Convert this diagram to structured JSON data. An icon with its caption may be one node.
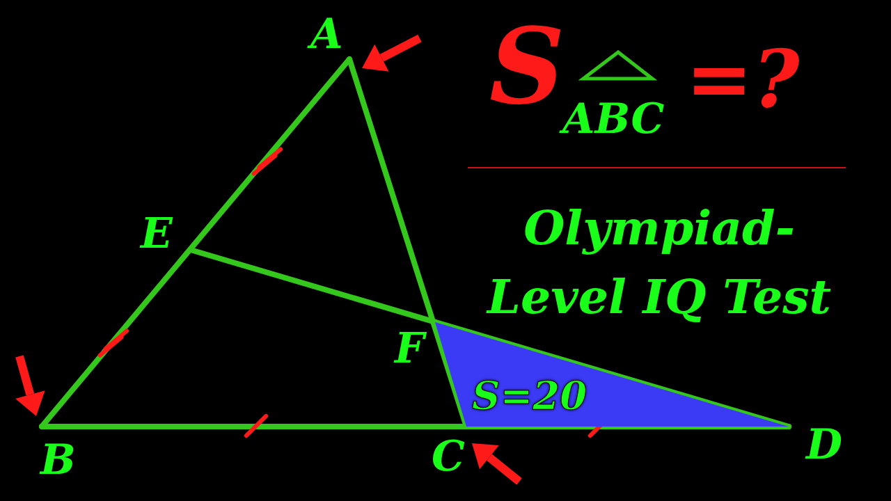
{
  "diagram": {
    "nodes": [
      {
        "text": [
          "S=20"
        ]
      }
    ],
    "labels": [
      "A",
      "E",
      "F",
      "B",
      "C",
      "D",
      "S",
      "ABC",
      "=?",
      "Olympiad-Level IQ Test"
    ]
  }
}
